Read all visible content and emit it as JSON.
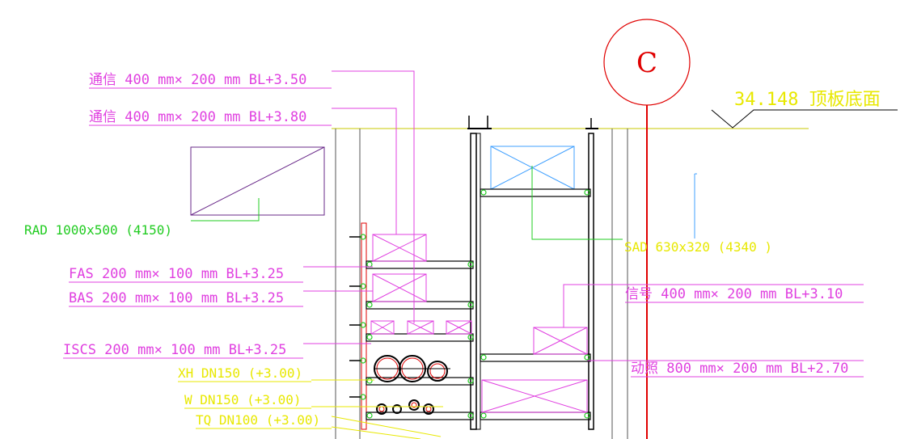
{
  "grid_axis": {
    "label": "C"
  },
  "elevation": {
    "label": "34.148 顶板底面"
  },
  "duct_labels": {
    "comm_350": "通信 400 mm× 200 mm BL+3.50",
    "comm_380": "通信 400 mm× 200 mm BL+3.80",
    "rad": "RAD 1000x500  (4150)",
    "fas": "FAS 200 mm× 100 mm BL+3.25",
    "bas": "BAS 200 mm× 100 mm BL+3.25",
    "iscs": "ISCS 200 mm× 100 mm BL+3.25",
    "sad": "SAD 630x320  (4340 )",
    "signal": "信号 400 mm× 200 mm BL+3.10",
    "power_lighting": "动照 800 mm× 200 mm BL+2.70"
  },
  "pipe_labels": {
    "xh": "XH  DN150  (+3.00)",
    "w": "W  DN150  (+3.00)",
    "tq": "TQ  DN100  (+3.00)"
  },
  "colors": {
    "magenta": "#e040e0",
    "yellow": "#e8e800",
    "green": "#22cc22",
    "red": "#e00000",
    "gray": "#555555",
    "cyan": "#40a0ff",
    "purple": "#6a2a8a",
    "black": "#000000"
  }
}
